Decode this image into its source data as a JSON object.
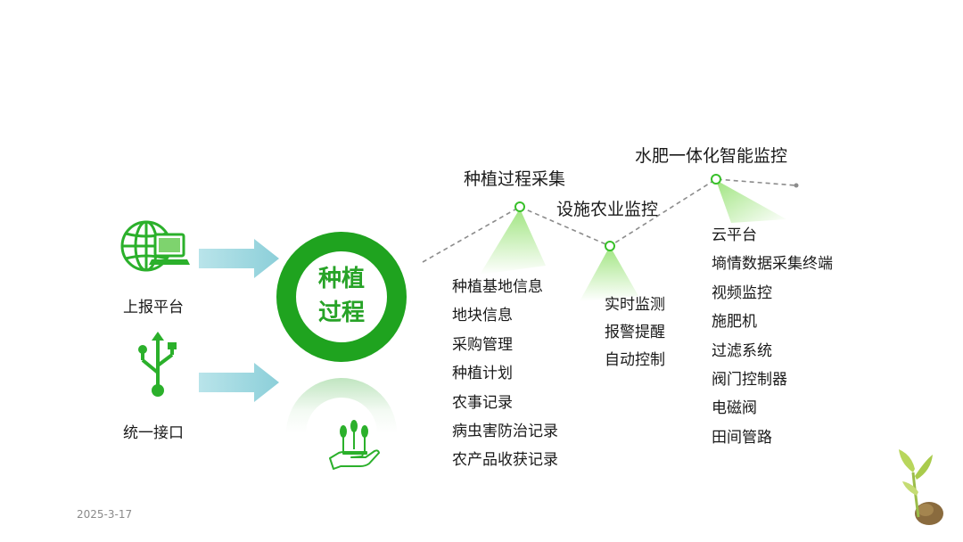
{
  "left": {
    "report_label": "上报平台",
    "interface_label": "统一接口"
  },
  "center": {
    "line1": "种植",
    "line2": "过程"
  },
  "nodes": {
    "collect_title": "种植过程采集",
    "facility_title": "设施农业监控",
    "water_title": "水肥一体化智能监控"
  },
  "lists": {
    "collect": [
      "种植基地信息",
      "地块信息",
      "采购管理",
      "种植计划",
      "农事记录",
      "病虫害防治记录",
      "农产品收获记录"
    ],
    "facility": [
      "实时监测",
      "报警提醒",
      "自动控制"
    ],
    "water": [
      "云平台",
      "墒情数据采集终端",
      "视频监控",
      "施肥机",
      "过滤系统",
      "阀门控制器",
      "电磁阀",
      "田间管路"
    ]
  },
  "footer": {
    "date": "2025-3-17"
  },
  "icons": {
    "globe": "globe-laptop-icon",
    "usb": "usb-icon",
    "hand_plant": "hand-plant-icon",
    "sprout": "sprout-decoration-icon"
  },
  "colors": {
    "accent_green": "#1fa31f",
    "light_green": "#9be77a",
    "arrow_cyan": "#9fd8e0",
    "dash_gray": "#8c8c8c"
  }
}
